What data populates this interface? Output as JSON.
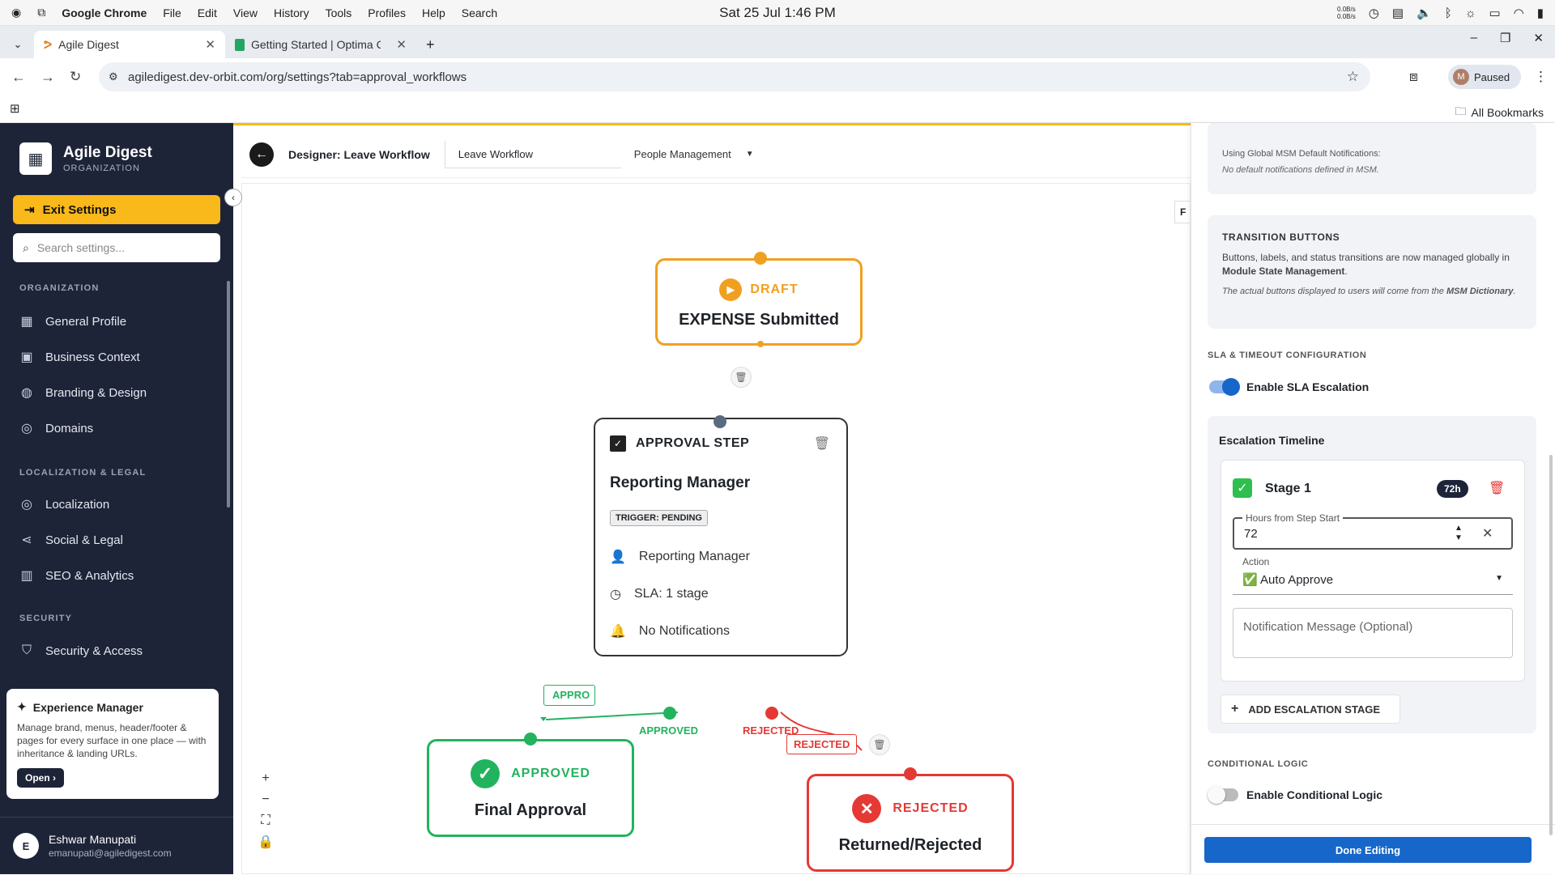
{
  "os": {
    "app": "Google Chrome",
    "menus": [
      "File",
      "Edit",
      "View",
      "History",
      "Tools",
      "Profiles",
      "Help",
      "Search"
    ],
    "clock": "Sat 25 Jul  1:46 PM",
    "net_up": "0.0B/s",
    "net_down": "0.0B/s"
  },
  "browser": {
    "tabs": [
      {
        "title": "Agile Digest"
      },
      {
        "title": "Getting Started | Optima C"
      }
    ],
    "url": "agiledigest.dev-orbit.com/org/settings?tab=approval_workflows",
    "profile_initial": "M",
    "profile_status": "Paused",
    "bookmarks_label": "All Bookmarks"
  },
  "sidebar": {
    "brand_title": "Agile Digest",
    "brand_sub": "ORGANIZATION",
    "exit_label": "Exit Settings",
    "search_placeholder": "Search settings...",
    "sections": {
      "org": "ORGANIZATION",
      "loc": "LOCALIZATION & LEGAL",
      "sec": "SECURITY"
    },
    "items": [
      "General Profile",
      "Business Context",
      "Branding & Design",
      "Domains",
      "Localization",
      "Social & Legal",
      "SEO & Analytics",
      "Security & Access"
    ],
    "exp": {
      "title": "Experience Manager",
      "desc": "Manage brand, menus, header/footer & pages for every surface in one place — with inheritance & landing URLs.",
      "open": "Open"
    },
    "user": {
      "initial": "E",
      "name": "Eshwar Manupati",
      "email": "emanupati@agiledigest.com"
    }
  },
  "designer": {
    "title": "Designer: Leave Workflow",
    "workflow_name": "Leave Workflow",
    "module": "People Management",
    "edge_peek": "F"
  },
  "flow": {
    "draft": {
      "status": "DRAFT",
      "label": "EXPENSE Submitted",
      "color": "#f0a020"
    },
    "step": {
      "kind": "APPROVAL STEP",
      "name": "Reporting Manager",
      "trigger": "TRIGGER: PENDING",
      "approver": "Reporting Manager",
      "sla": "SLA: 1 stage",
      "notif": "No Notifications"
    },
    "approved": {
      "status": "APPROVED",
      "label": "Final Approval",
      "color": "#22b35e"
    },
    "rejected": {
      "status": "REJECTED",
      "label": "Returned/Rejected",
      "color": "#e53935"
    },
    "edge_labels": {
      "approved": "APPROVED",
      "rejected": "REJECTED",
      "approved_tag": "APPRO",
      "rejected_tag": "REJECTED"
    }
  },
  "panel": {
    "global_notif": "Using Global MSM Default Notifications:",
    "no_default": "No default notifications defined in MSM.",
    "trans_title": "TRANSITION BUTTONS",
    "trans_desc_a": "Buttons, labels, and status transitions are now managed globally in ",
    "trans_desc_b": "Module State Management",
    "trans_desc_c": ".",
    "trans_note_a": "The actual buttons displayed to users will come from the ",
    "trans_note_b": "MSM Dictionary",
    "trans_note_c": ".",
    "sla_title": "SLA & TIMEOUT CONFIGURATION",
    "sla_toggle": "Enable SLA Escalation",
    "sla_on": true,
    "timeline_title": "Escalation Timeline",
    "stage": {
      "name": "Stage 1",
      "badge": "72h",
      "hours_label": "Hours from Step Start",
      "hours_value": "72",
      "action_label": "Action",
      "action_value": "✅ Auto Approve",
      "msg_placeholder": "Notification Message (Optional)"
    },
    "add_stage": "ADD ESCALATION STAGE",
    "cond_title": "CONDITIONAL LOGIC",
    "cond_toggle": "Enable Conditional Logic",
    "cond_on": false,
    "done": "Done Editing"
  }
}
